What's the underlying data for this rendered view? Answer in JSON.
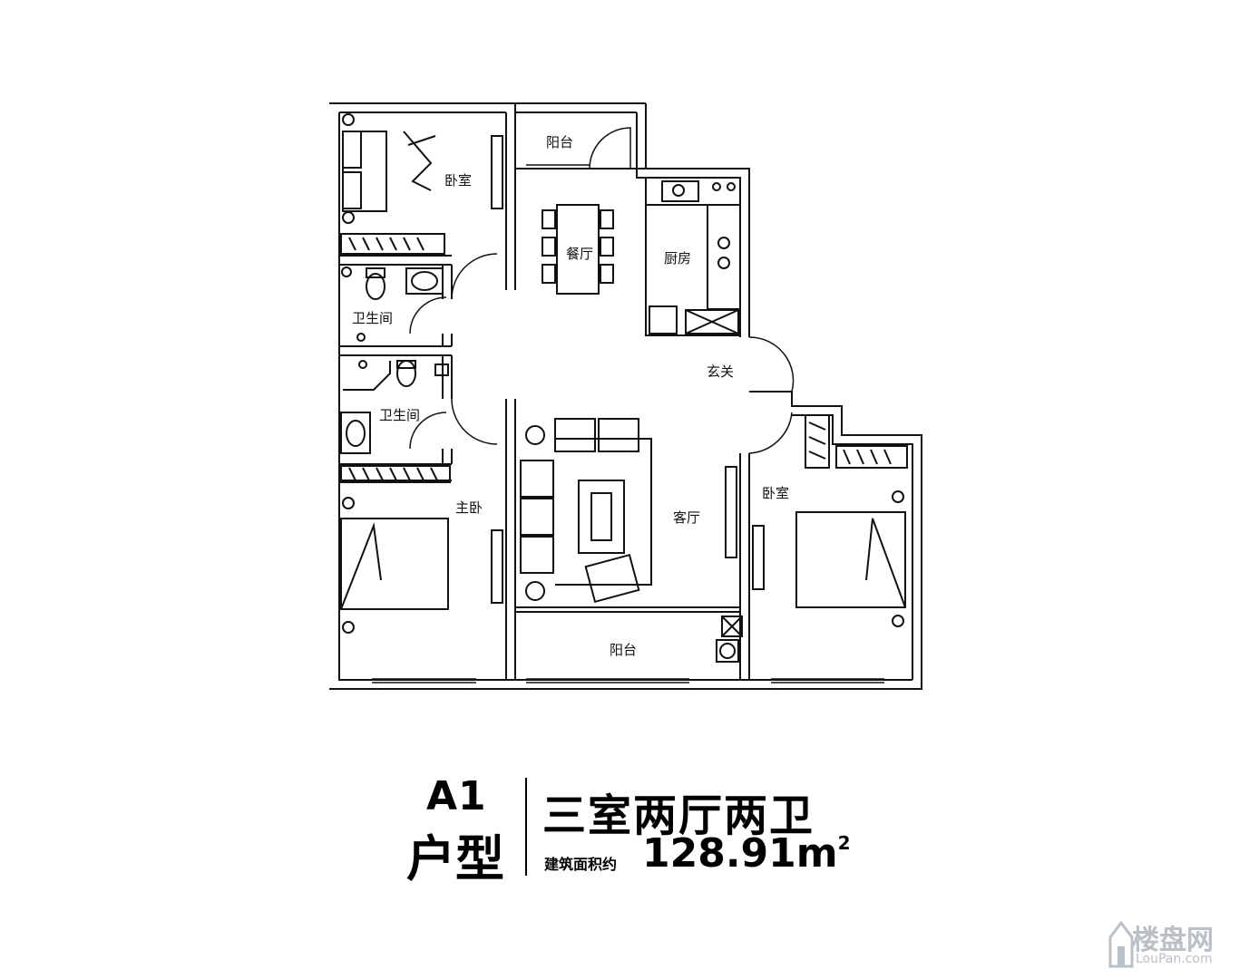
{
  "rooms": {
    "bedroom_north": "卧室",
    "balcony_north": "阳台",
    "dining": "餐厅",
    "kitchen": "厨房",
    "bathroom_1": "卫生间",
    "bathroom_2": "卫生间",
    "entrance": "玄关",
    "master_bedroom": "主卧",
    "living_room": "客厅",
    "bedroom_east": "卧室",
    "balcony_south": "阳台"
  },
  "caption": {
    "type_code": "A1",
    "type_word": "户型",
    "layout": "三室两厅两卫",
    "area_label": "建筑面积约",
    "area_value": "128.91m",
    "area_unit_sup": "2"
  },
  "watermark": {
    "name": "楼盘网",
    "domain": "LouPan.com"
  },
  "colors": {
    "line": "#111111",
    "watermark": "#b9c0c6"
  }
}
